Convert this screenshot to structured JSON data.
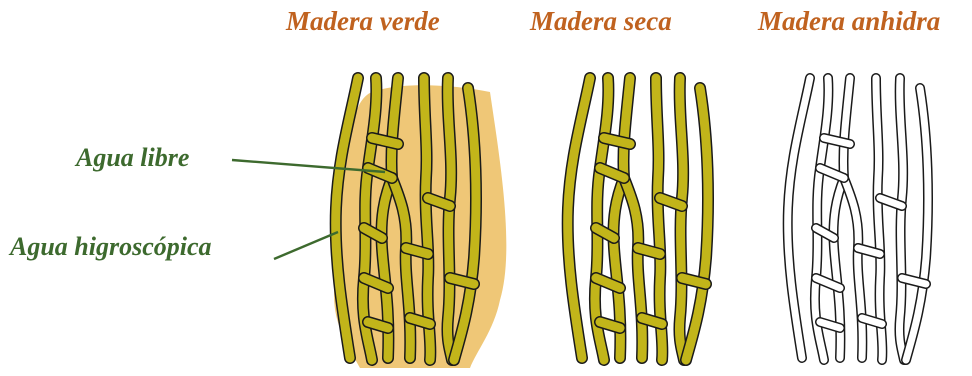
{
  "titles": {
    "green_wood": "Madera verde",
    "dry_wood": "Madera seca",
    "anhydrous_wood": "Madera anhidra"
  },
  "labels": {
    "free_water": "Agua libre",
    "hygroscopic_water": "Agua higroscópica"
  },
  "colors": {
    "title": "#c0621f",
    "label": "#3d6a2e",
    "free_water_fill": "#efc777",
    "cell_wall_fill": "#c2b51a",
    "outline": "#1a1a1a"
  }
}
